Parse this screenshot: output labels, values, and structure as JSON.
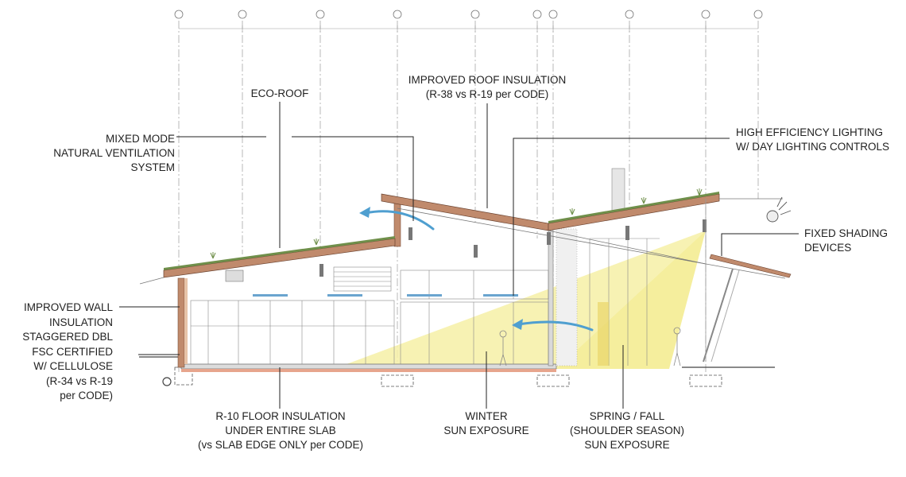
{
  "colors": {
    "roof_wood": "#c08a6c",
    "eco_roof": "#6f8f4a",
    "sun_yellow": "#f6f0a6",
    "airflow": "#4f9fd0",
    "line": "#333333",
    "floor_insulation": "#e7a58d"
  },
  "icons": [
    "airflow-arrow-icon",
    "sun-icon",
    "human-figure-icon"
  ],
  "labels": {
    "eco_roof": [
      "ECO-ROOF"
    ],
    "roof_insulation": [
      "IMPROVED ROOF INSULATION",
      "(R-38 vs R-19 per CODE)"
    ],
    "ventilation": [
      "MIXED MODE",
      "NATURAL VENTILATION",
      "SYSTEM"
    ],
    "lighting": [
      "HIGH EFFICIENCY LIGHTING",
      "W/ DAY LIGHTING CONTROLS"
    ],
    "shading": [
      "FIXED SHADING",
      "DEVICES"
    ],
    "wall_insulation": [
      "IMPROVED WALL",
      "INSULATION",
      "STAGGERED DBL",
      "FSC CERTIFIED",
      "W/ CELLULOSE",
      "(R-34 vs R-19",
      "per CODE)"
    ],
    "floor_insulation": [
      "R-10 FLOOR INSULATION",
      "UNDER ENTIRE SLAB",
      "(vs SLAB EDGE ONLY per CODE)"
    ],
    "winter_sun": [
      "WINTER",
      "SUN  EXPOSURE"
    ],
    "shoulder_sun": [
      "SPRING / FALL",
      "(SHOULDER SEASON)",
      "SUN  EXPOSURE"
    ]
  }
}
